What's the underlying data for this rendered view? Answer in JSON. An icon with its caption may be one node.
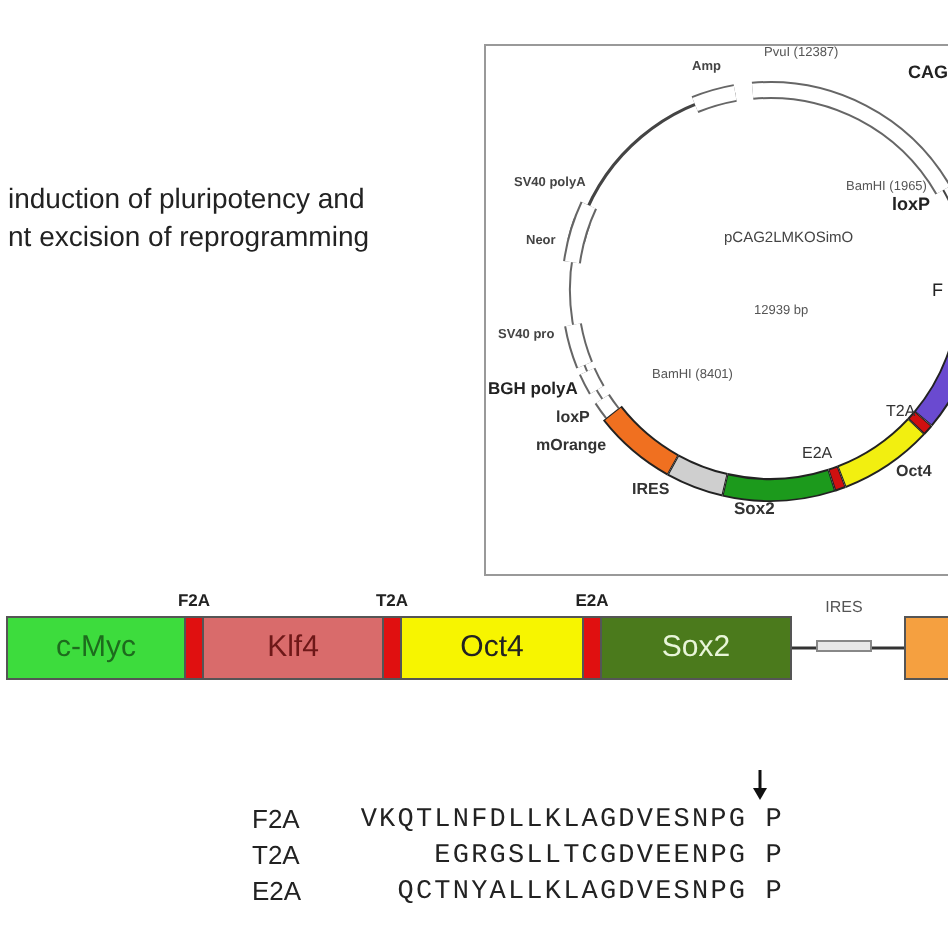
{
  "diagram": {
    "nodes": [
      {
        "text": [
          "c-Myc"
        ]
      },
      {
        "text": [
          "F2A"
        ]
      },
      {
        "text": [
          "Klf4"
        ]
      },
      {
        "text": [
          "T2A"
        ]
      },
      {
        "text": [
          "Oct4"
        ]
      },
      {
        "text": [
          "E2A"
        ]
      },
      {
        "text": [
          "Sox2"
        ]
      },
      {
        "text": [
          "IRES"
        ]
      },
      {
        "text": [],
        "shape": "box"
      }
    ],
    "edges": [
      {
        "from": 6,
        "to": 7,
        "arrow": "none"
      },
      {
        "from": 7,
        "to": 8,
        "arrow": "none"
      }
    ],
    "labels": [
      "induction of pluripotency and",
      "nt excision of reprogramming",
      "PvuI (12387)",
      "Amp",
      "CAG",
      "BamHI (1965)",
      "loxP",
      "SV40 polyA",
      "Neor",
      "pCAG2LMKOSimO",
      "F",
      "12939 bp",
      "SV40 pro",
      "BamHI (8401)",
      "BGH polyA",
      "T2A",
      "loxP",
      "mOrange",
      "E2A",
      "Oct4",
      "IRES",
      "Sox2",
      "F2A",
      "VKQTLNFDLLKLAGDVESNPG P",
      "T2A",
      "EGRGSLLTCGDVEENPG P",
      "E2A",
      "QCTNYALLKLAGDVESNPG P"
    ]
  }
}
